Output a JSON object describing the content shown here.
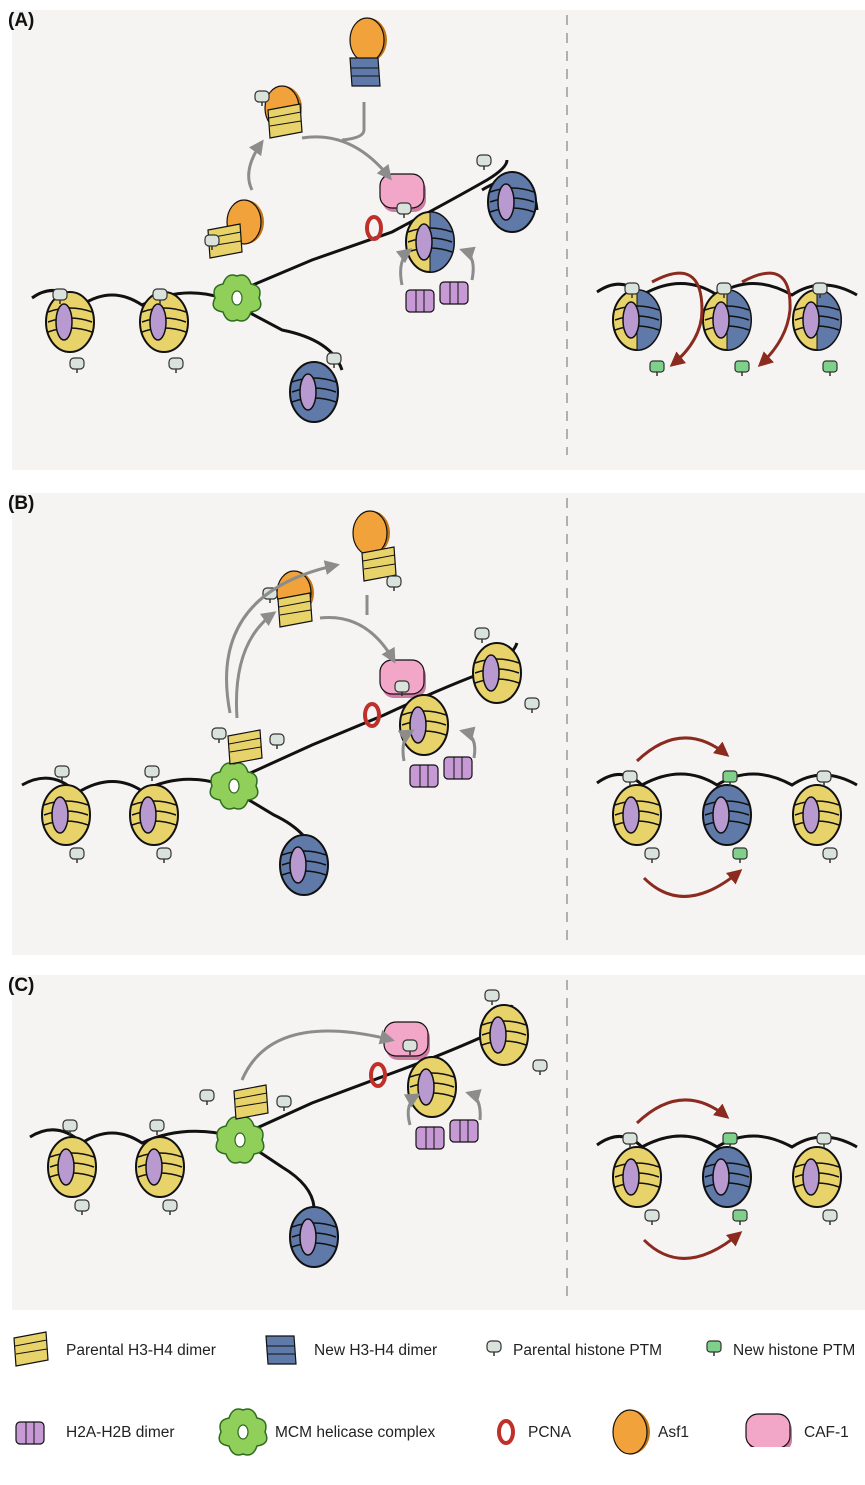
{
  "panels": [
    {
      "id": "a",
      "label": "(A)"
    },
    {
      "id": "b",
      "label": "(B)"
    },
    {
      "id": "c",
      "label": "(C)"
    }
  ],
  "colors": {
    "parental_h3h4": "#e8d36a",
    "new_h3h4": "#5f79a8",
    "h2a_h2b": "#c79ad6",
    "mcm": "#8fcf5a",
    "pcna": "#c0302a",
    "asf1": "#f2a23a",
    "caf1": "#f2a6c8",
    "parental_ptm": "#d9e3dc",
    "new_ptm": "#7fd08a",
    "grey_arrow": "#8c8c8c",
    "red_arrow": "#8b2a1e",
    "dna": "#111111"
  },
  "legend": [
    {
      "icon": "parental-h3h4-dimer-icon",
      "label": "Parental H3-H4 dimer"
    },
    {
      "icon": "new-h3h4-dimer-icon",
      "label": "New H3-H4 dimer"
    },
    {
      "icon": "parental-ptm-icon",
      "label": "Parental histone PTM"
    },
    {
      "icon": "new-ptm-icon",
      "label": "New histone PTM"
    },
    {
      "icon": "h2a-h2b-dimer-icon",
      "label": "H2A-H2B dimer"
    },
    {
      "icon": "mcm-helicase-icon",
      "label": "MCM helicase complex"
    },
    {
      "icon": "pcna-icon",
      "label": "PCNA"
    },
    {
      "icon": "asf1-icon",
      "label": "Asf1"
    },
    {
      "icon": "caf1-icon",
      "label": "CAF-1"
    }
  ]
}
